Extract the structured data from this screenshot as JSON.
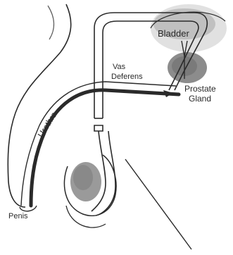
{
  "labels": {
    "bladder": "Bladder",
    "vas_line1": "Vas",
    "vas_line2": "Deferens",
    "prostate_line1": "Prostate",
    "prostate_line2": "Gland",
    "urethra": "Urethra",
    "penis": "Penis"
  },
  "colors": {
    "ink": "#2a2a2a",
    "tissue_shade": "#9a9a9a",
    "light_shade": "#c8c8c8",
    "background": "#ffffff"
  }
}
